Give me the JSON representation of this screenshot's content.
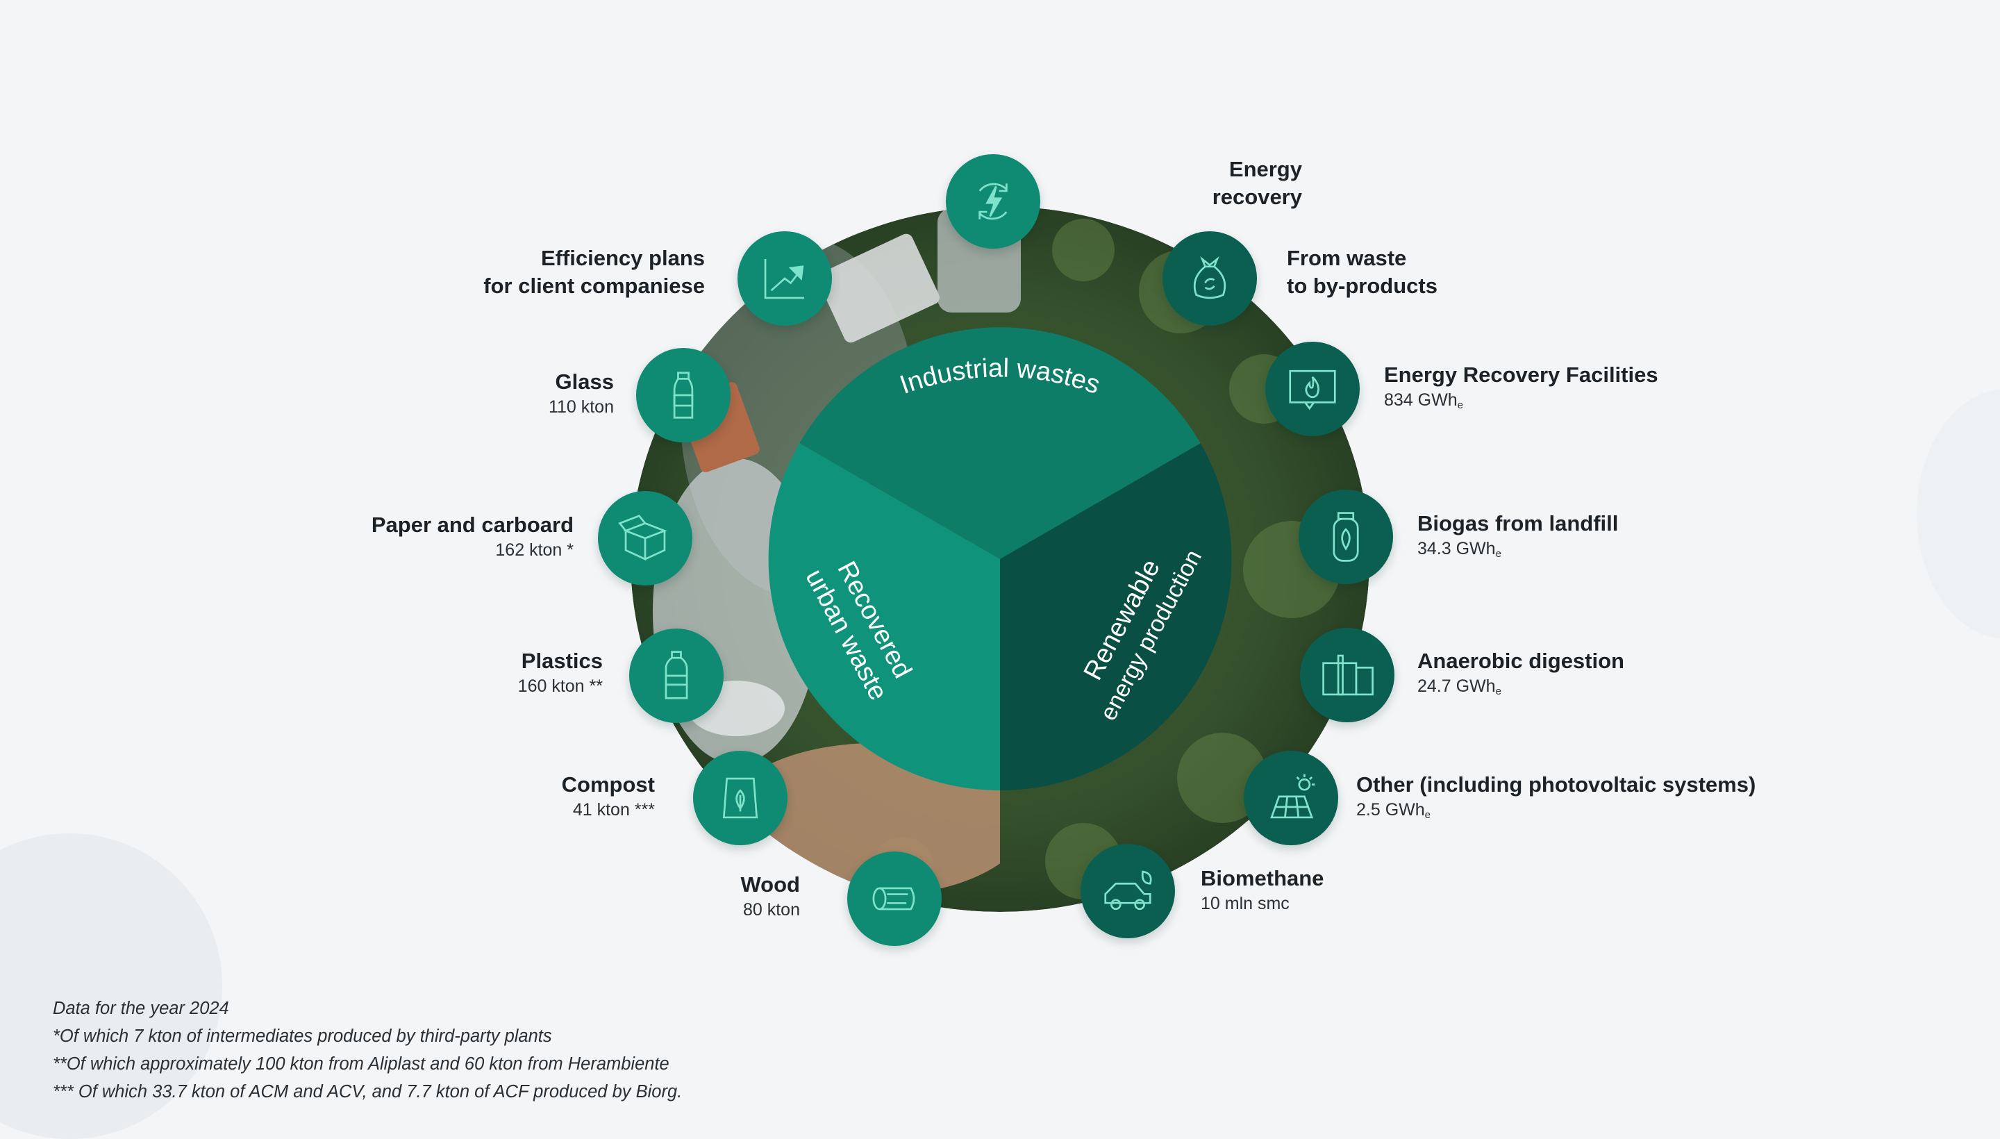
{
  "center": {
    "segments": [
      {
        "label": "Industrial wastes",
        "color": "#0d7d68"
      },
      {
        "label_line1": "Recovered",
        "label_line2": "urban waste",
        "color": "#0f947b"
      },
      {
        "label_line1": "Renewable",
        "label_line2": "energy production",
        "color": "#0a4f44"
      }
    ]
  },
  "left_items": [
    {
      "title": "Efficiency plans",
      "title2": "for client companiese",
      "icon": "chart-arrow-up-icon"
    },
    {
      "title": "Glass",
      "value": "110 kton",
      "icon": "bottle-icon"
    },
    {
      "title": "Paper and carboard",
      "value": "162 kton *",
      "icon": "box-icon"
    },
    {
      "title": "Plastics",
      "value": "160 kton **",
      "icon": "plastic-bottle-icon"
    },
    {
      "title": "Compost",
      "value": "41 kton ***",
      "icon": "compost-bag-icon"
    },
    {
      "title": "Wood",
      "value": "80 kton",
      "icon": "log-icon"
    }
  ],
  "top_item": {
    "title": "Energy",
    "title2": "recovery",
    "icon": "lightning-cycle-icon"
  },
  "right_items": [
    {
      "title": "From waste",
      "title2": "to by-products",
      "icon": "recycle-bag-icon"
    },
    {
      "title": "Energy Recovery Facilities",
      "value": "834 GWh",
      "sub": "e",
      "icon": "flame-screen-icon"
    },
    {
      "title": "Biogas from landfill",
      "value": "34.3 GWh",
      "sub": "e",
      "icon": "gas-tank-icon"
    },
    {
      "title": "Anaerobic digestion",
      "value": "24.7 GWh",
      "sub": "e",
      "icon": "digester-icon"
    },
    {
      "title": "Other (including photovoltaic systems)",
      "value": "2.5 GWh",
      "sub": "e",
      "icon": "solar-panel-icon"
    },
    {
      "title": "Biomethane",
      "value": "10 mln smc",
      "icon": "car-leaf-icon"
    }
  ],
  "footnotes": [
    "Data for the year 2024",
    "*Of which 7 kton of intermediates produced by third-party plants",
    "**Of which approximately 100 kton from Aliplast and 60 kton from Herambiente",
    "*** Of which 33.7 kton of ACM and ACV, and 7.7 kton of ACF produced by Biorg."
  ],
  "colors": {
    "icon_light": "#0f8b73",
    "icon_dark": "#0b5f50",
    "moss": "#3d5a32"
  }
}
